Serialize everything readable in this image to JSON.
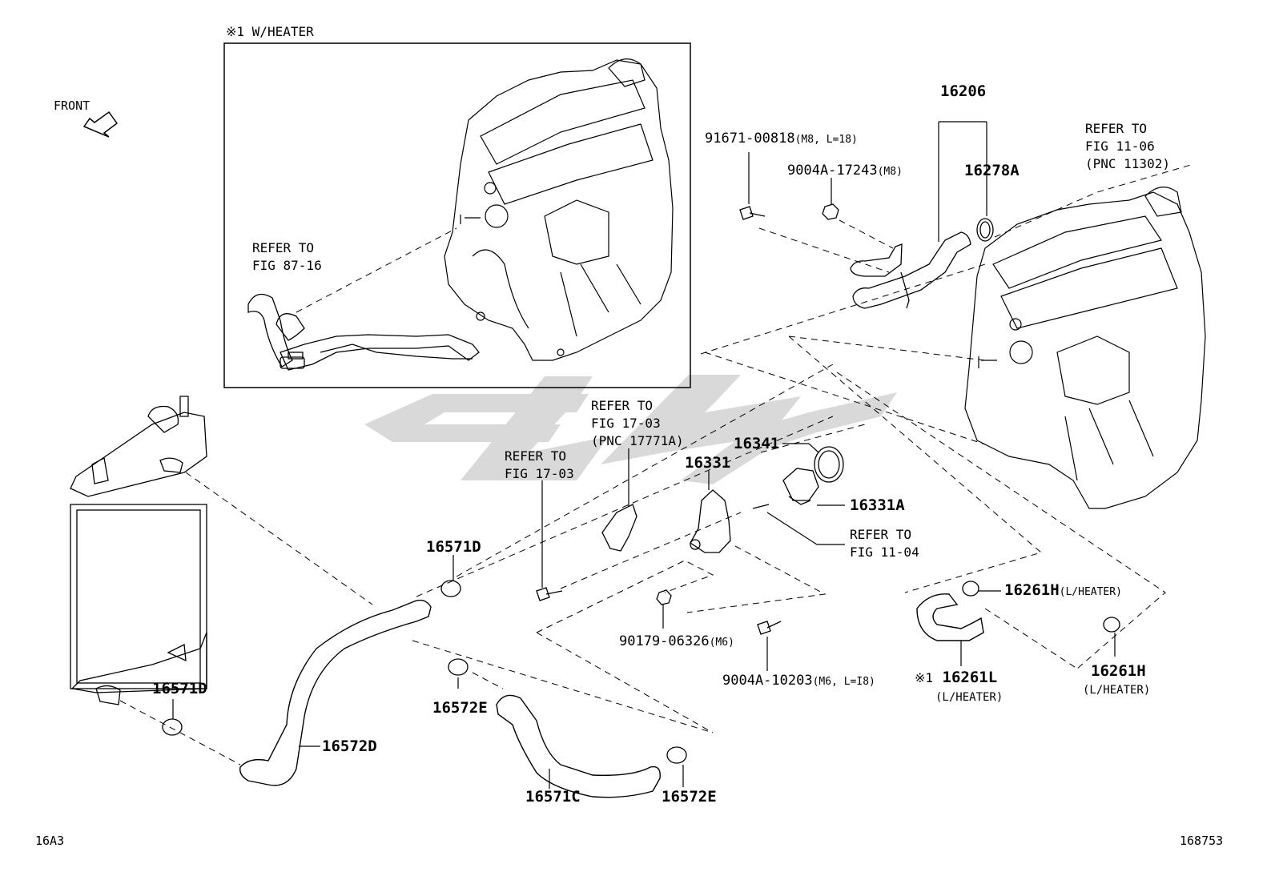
{
  "colors": {
    "ink": "#000000",
    "watermark": "#d9d9d9",
    "background": "#ffffff"
  },
  "inset": {
    "title": "※1 W/HEATER",
    "refer_to": "REFER TO",
    "fig": "FIG 87-16"
  },
  "front": {
    "label": "FRONT",
    "icon": "arrow-icon"
  },
  "parts": {
    "p16206": "16206",
    "p16278A": "16278A",
    "p91671": "91671-00818",
    "p91671_spec": "(M8, L=18)",
    "p9004A_17243": "9004A-17243",
    "p9004A_17243_spec": "(M8)",
    "p16341": "16341",
    "p16331": "16331",
    "p16331A": "16331A",
    "p16571D_top": "16571D",
    "p16571D_bottom": "16571D",
    "p16572D": "16572D",
    "p16572E_mid": "16572E",
    "p16572E_bottom": "16572E",
    "p16571C": "16571C",
    "p90179": "90179-06326",
    "p90179_spec": "(M6)",
    "p9004A_10203": "9004A-10203",
    "p9004A_10203_spec": "(M6, L=I8)",
    "p16261H_a": "16261H",
    "p16261H_a_spec": "(L/HEATER)",
    "p16261L_prefix": "※1",
    "p16261L": "16261L",
    "p16261L_spec": "(L/HEATER)",
    "p16261H_b": "16261H",
    "p16261H_b_spec": "(L/HEATER)"
  },
  "refs": {
    "r1106_line1": "REFER TO",
    "r1106_line2": "FIG 11-06",
    "r1106_line3": "(PNC 11302)",
    "r1703a_line1": "REFER TO",
    "r1703a_line2": "FIG 17-03",
    "r1703a_line3": "(PNC 17771A)",
    "r1703b_line1": "REFER TO",
    "r1703b_line2": "FIG 17-03",
    "r1104_line1": "REFER TO",
    "r1104_line2": "FIG 11-04"
  },
  "footer": {
    "left_code": "16A3",
    "right_code": "168753"
  },
  "icons": [
    "arrow-icon",
    "engine-illustration",
    "radiator-illustration",
    "hose-illustration",
    "clamp-icon",
    "bolt-icon",
    "nut-icon",
    "thermostat-icon",
    "gasket-icon",
    "watermark-logo"
  ]
}
